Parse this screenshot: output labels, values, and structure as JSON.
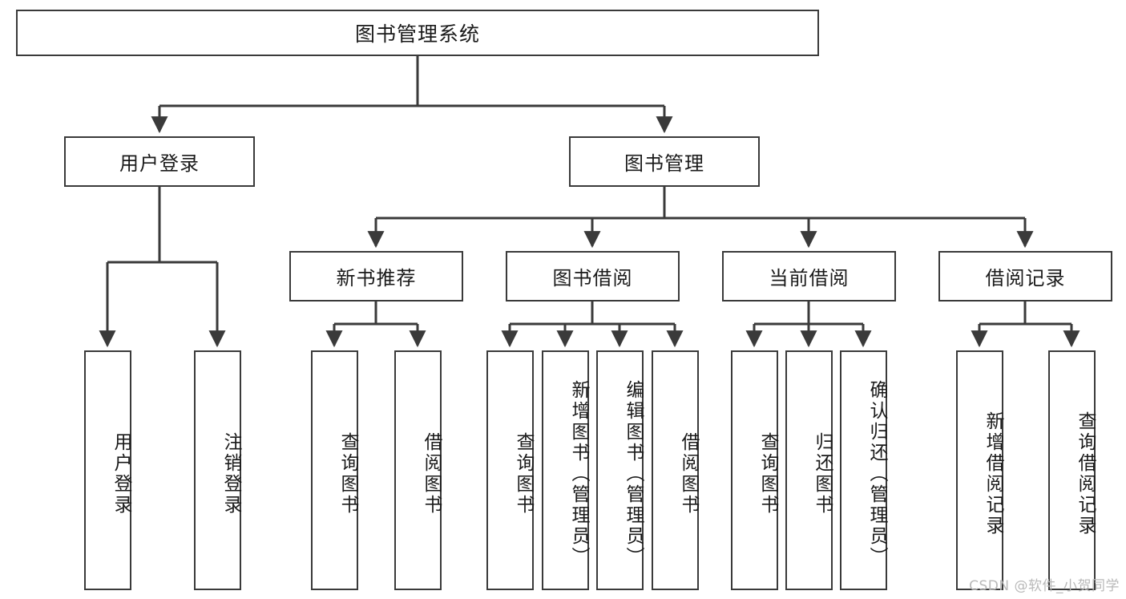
{
  "diagram": {
    "title": "图书管理系统",
    "type": "tree-hierarchy",
    "root": {
      "label": "图书管理系统"
    },
    "level1": [
      {
        "id": "user-login",
        "label": "用户登录"
      },
      {
        "id": "book-manage",
        "label": "图书管理"
      }
    ],
    "level2": [
      {
        "id": "new-book-recommend",
        "label": "新书推荐",
        "parent": "book-manage"
      },
      {
        "id": "book-borrow",
        "label": "图书借阅",
        "parent": "book-manage"
      },
      {
        "id": "current-borrow",
        "label": "当前借阅",
        "parent": "book-manage"
      },
      {
        "id": "borrow-record",
        "label": "借阅记录",
        "parent": "book-manage"
      }
    ],
    "leaves": [
      {
        "id": "leaf-user-login",
        "label": "用户登录",
        "parent": "user-login"
      },
      {
        "id": "leaf-logout-login",
        "label": "注销登录",
        "parent": "user-login"
      },
      {
        "id": "leaf-query-book-1",
        "label": "查询图书",
        "parent": "new-book-recommend"
      },
      {
        "id": "leaf-borrow-book-1",
        "label": "借阅图书",
        "parent": "new-book-recommend"
      },
      {
        "id": "leaf-query-book-2",
        "label": "查询图书",
        "parent": "book-borrow"
      },
      {
        "id": "leaf-add-book",
        "label": "新增图书（管理员）",
        "parent": "book-borrow"
      },
      {
        "id": "leaf-edit-book",
        "label": "编辑图书（管理员）",
        "parent": "book-borrow"
      },
      {
        "id": "leaf-borrow-book-2",
        "label": "借阅图书",
        "parent": "book-borrow"
      },
      {
        "id": "leaf-query-book-3",
        "label": "查询图书",
        "parent": "current-borrow"
      },
      {
        "id": "leaf-return-book",
        "label": "归还图书",
        "parent": "current-borrow"
      },
      {
        "id": "leaf-confirm-return",
        "label": "确认归还（管理员）",
        "parent": "current-borrow"
      },
      {
        "id": "leaf-add-record",
        "label": "新增借阅记录",
        "parent": "borrow-record"
      },
      {
        "id": "leaf-query-record",
        "label": "查询借阅记录",
        "parent": "borrow-record"
      }
    ],
    "colors": {
      "stroke": "#3a3a3a",
      "fill": "#ffffff",
      "text": "#1a1a1a",
      "watermark": "#b9b9b9"
    }
  },
  "watermark": {
    "text": "CSDN @软件_小贺同学"
  }
}
